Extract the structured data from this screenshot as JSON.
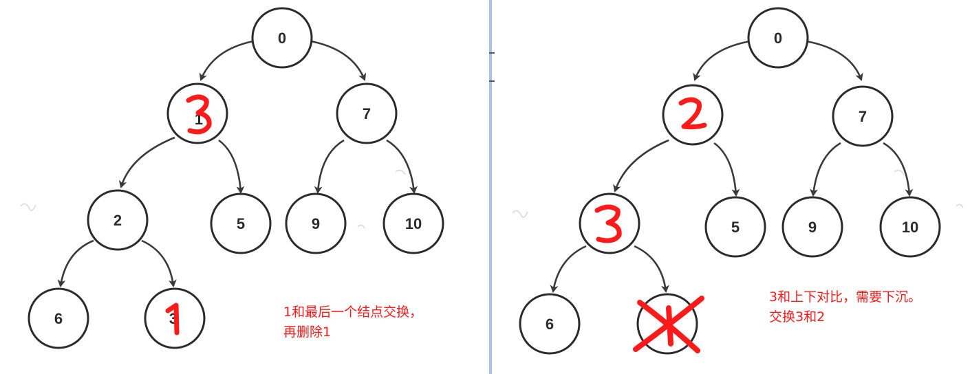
{
  "left_panel": {
    "nodes": {
      "root": "0",
      "left": "1",
      "right": "7",
      "left_left": "2",
      "left_right": "5",
      "right_left": "9",
      "right_right": "10",
      "leaf_a": "6",
      "leaf_b": "3"
    },
    "handwritten": {
      "left": "3",
      "leaf_b": "1"
    },
    "annotation": [
      "1和最后一个结点交换，",
      "再删除1"
    ]
  },
  "right_panel": {
    "nodes": {
      "root": "0",
      "right": "7",
      "left_right": "5",
      "right_left": "9",
      "right_right": "10",
      "leaf_a": "6"
    },
    "handwritten": {
      "left": "2",
      "left_left": "3"
    },
    "annotation": [
      "3和上下对比，需要下沉。",
      "交换3和2"
    ]
  },
  "colors": {
    "annotation": "#ff1a1a",
    "node_stroke": "#2b2b2b",
    "divider": "#a9c4e8"
  }
}
